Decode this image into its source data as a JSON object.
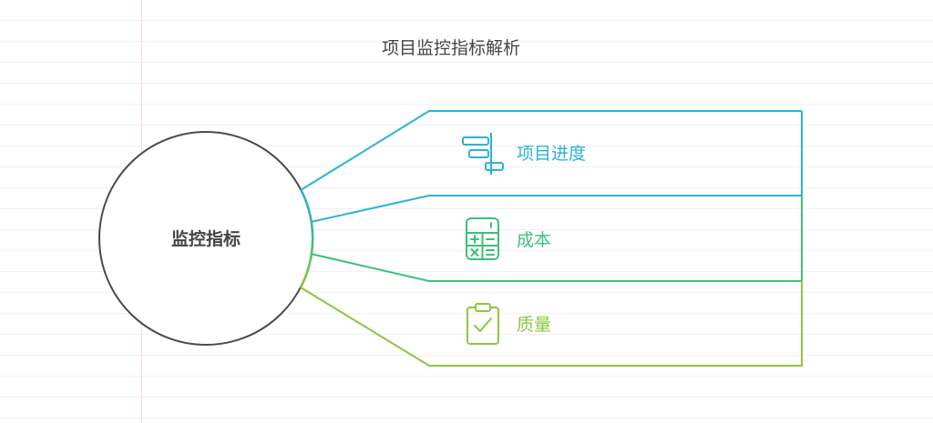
{
  "diagram": {
    "title": "项目监控指标解析",
    "center_label": "监控指标",
    "items": [
      {
        "label": "项目进度",
        "icon": "gantt-chart-icon",
        "color": "#2bb3d6"
      },
      {
        "label": "成本",
        "icon": "calculator-icon",
        "color": "#3cc07a"
      },
      {
        "label": "质量",
        "icon": "clipboard-check-icon",
        "color": "#8dc63f"
      }
    ]
  }
}
